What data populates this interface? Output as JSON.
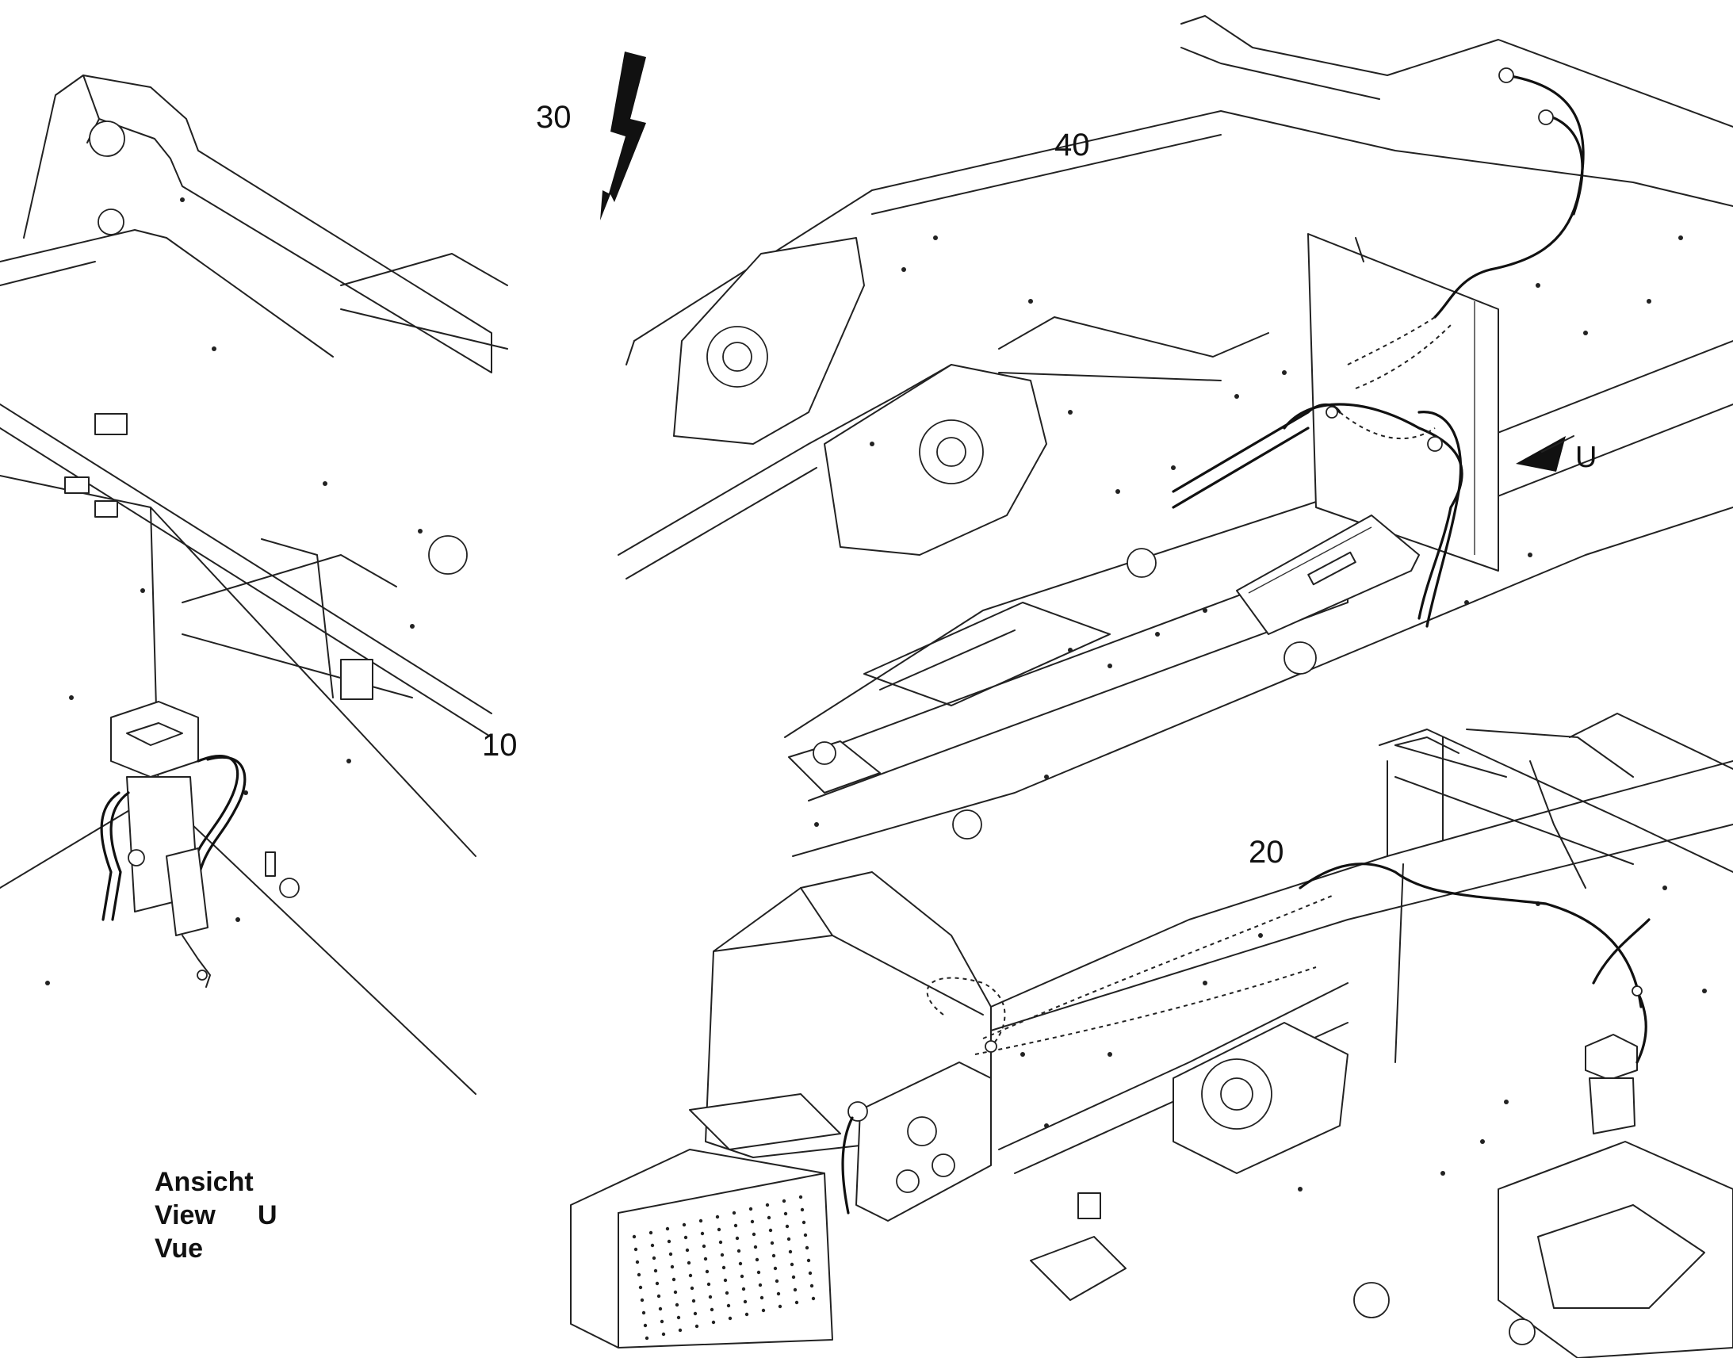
{
  "callouts": {
    "c10": "10",
    "c20": "20",
    "c30": "30",
    "c40": "40",
    "u_marker": "U"
  },
  "view_label": {
    "line1": "Ansicht",
    "line2": "View",
    "line2_letter": "U",
    "line3": "Vue"
  },
  "colors": {
    "line": "#222222",
    "background": "#ffffff"
  }
}
